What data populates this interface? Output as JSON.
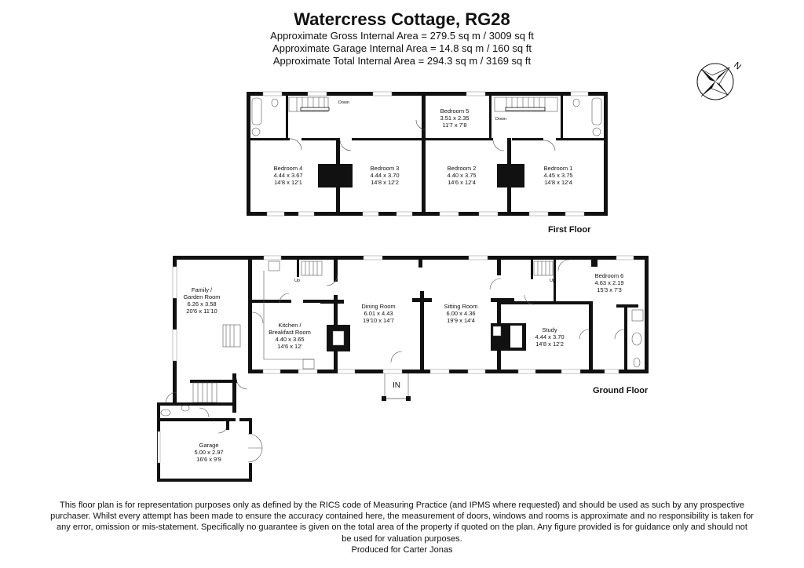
{
  "header": {
    "title": "Watercress Cottage, RG28",
    "gross_area": "Approximate Gross Internal Area = 279.5 sq m / 3009 sq ft",
    "garage_area": "Approximate Garage Internal Area = 14.8 sq m / 160 sq ft",
    "total_area": "Approximate Total Internal Area = 294.3 sq m / 3169 sq ft"
  },
  "compass": {
    "icon": "north-compass-icon",
    "label": "N"
  },
  "first_floor": {
    "label": "First Floor",
    "rooms": [
      {
        "name": "Bedroom 4",
        "metric": "4.44 x 3.67",
        "imperial": "14'8 x 12'1"
      },
      {
        "name": "Bedroom 3",
        "metric": "4.44 x 3.70",
        "imperial": "14'8 x 12'2"
      },
      {
        "name": "Bedroom 2",
        "metric": "4.40 x 3.75",
        "imperial": "14'6 x 12'4"
      },
      {
        "name": "Bedroom 1",
        "metric": "4.45 x 3.75",
        "imperial": "14'8 x 12'4"
      },
      {
        "name": "Bedroom 5",
        "metric": "3.51 x 2.35",
        "imperial": "11'7 x 7'8"
      }
    ],
    "stairs_labels": [
      "Down",
      "Down"
    ]
  },
  "ground_floor": {
    "label": "Ground Floor",
    "entrance_label": "IN",
    "stairs_labels": [
      "Up",
      "Up"
    ],
    "rooms": [
      {
        "name": "Family /",
        "name2": "Garden Room",
        "metric": "6.26 x 3.58",
        "imperial": "20'6 x 11'10"
      },
      {
        "name": "Kitchen /",
        "name2": "Breakfast Room",
        "metric": "4.40 x 3.65",
        "imperial": "14'6 x 12'"
      },
      {
        "name": "Dining Room",
        "metric": "6.01 x 4.43",
        "imperial": "19'10 x 14'7"
      },
      {
        "name": "Sitting Room",
        "metric": "6.00 x 4.36",
        "imperial": "19'9 x 14'4"
      },
      {
        "name": "Study",
        "metric": "4.44 x 3.70",
        "imperial": "14'8 x 12'2"
      },
      {
        "name": "Bedroom 6",
        "metric": "4.63 x 2.19",
        "imperial": "15'3 x 7'3"
      },
      {
        "name": "Garage",
        "metric": "5.00 x 2.97",
        "imperial": "16'6 x 9'9"
      }
    ]
  },
  "disclaimer": {
    "lines": [
      "This floor plan is for representation purposes only as defined by the RICS code of Measuring Practice (and IPMS where requested) and should be used as such by any prospective",
      "purchaser. Whilst every attempt has been made to ensure the accuracy contained here, the measurement of doors, windows and rooms is approximate and no responsibility is taken for",
      "any error, omission or mis-statement. Specifically no guarantee is given on the total area of the property if quoted on the plan. Any figure provided is for guidance only and should not",
      "be used for valuation purposes."
    ],
    "produced_by": "Produced for Carter Jonas"
  }
}
